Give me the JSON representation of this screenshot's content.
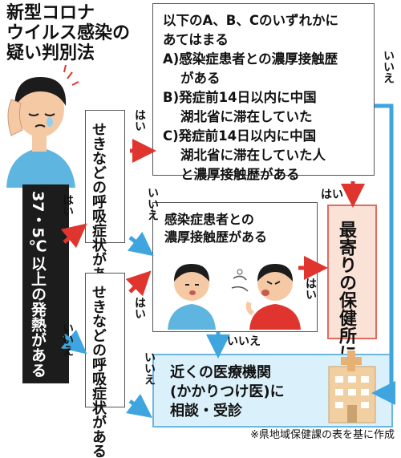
{
  "title": {
    "line1": "新型コロナ",
    "line2": "ウイルス感染の",
    "line3": "疑い判別法"
  },
  "fever": {
    "label": "37・5℃以上の発熱がある"
  },
  "cough_box_top": {
    "label": "せきなどの呼吸症状がある"
  },
  "cough_box_bottom": {
    "label": "せきなどの呼吸症状がある"
  },
  "condition_box": {
    "line1": "以下のA、B、Cのいずれかに",
    "line2": "あてはまる",
    "line3": "A)感染症患者との濃厚接触歴",
    "line4": "がある",
    "line5": "B)発症前14日以内に中国",
    "line6": "湖北省に滞在していた",
    "line7": "C)発症前14日以内に中国",
    "line8": "湖北省に滞在していた人",
    "line9": "と濃厚接触歴がある"
  },
  "contact_box": {
    "line1": "感染症患者との",
    "line2": "濃厚接触歴がある"
  },
  "health_center": {
    "label": "最寄りの保健所に連絡"
  },
  "clinic": {
    "line1": "近くの医療機関",
    "line2": "(かかりつけ医)に",
    "line3": "相談・受診"
  },
  "labels": {
    "yes": "はい",
    "no": "いいえ"
  },
  "footnote": "※県地域保健課の表を基に作成",
  "colors": {
    "yes_arrow": "#e0342f",
    "no_arrow": "#3ea5df",
    "health_center_fill": "#fbe2d6",
    "health_center_border": "#e26b5e",
    "clinic_fill": "#daf0fa",
    "clinic_border": "#6bb7df",
    "fever_bar": "#1c1c1c"
  },
  "icons": {
    "person": "sick-person-icon",
    "pair": "coughing-pair-icon",
    "hospital": "hospital-building-icon"
  }
}
